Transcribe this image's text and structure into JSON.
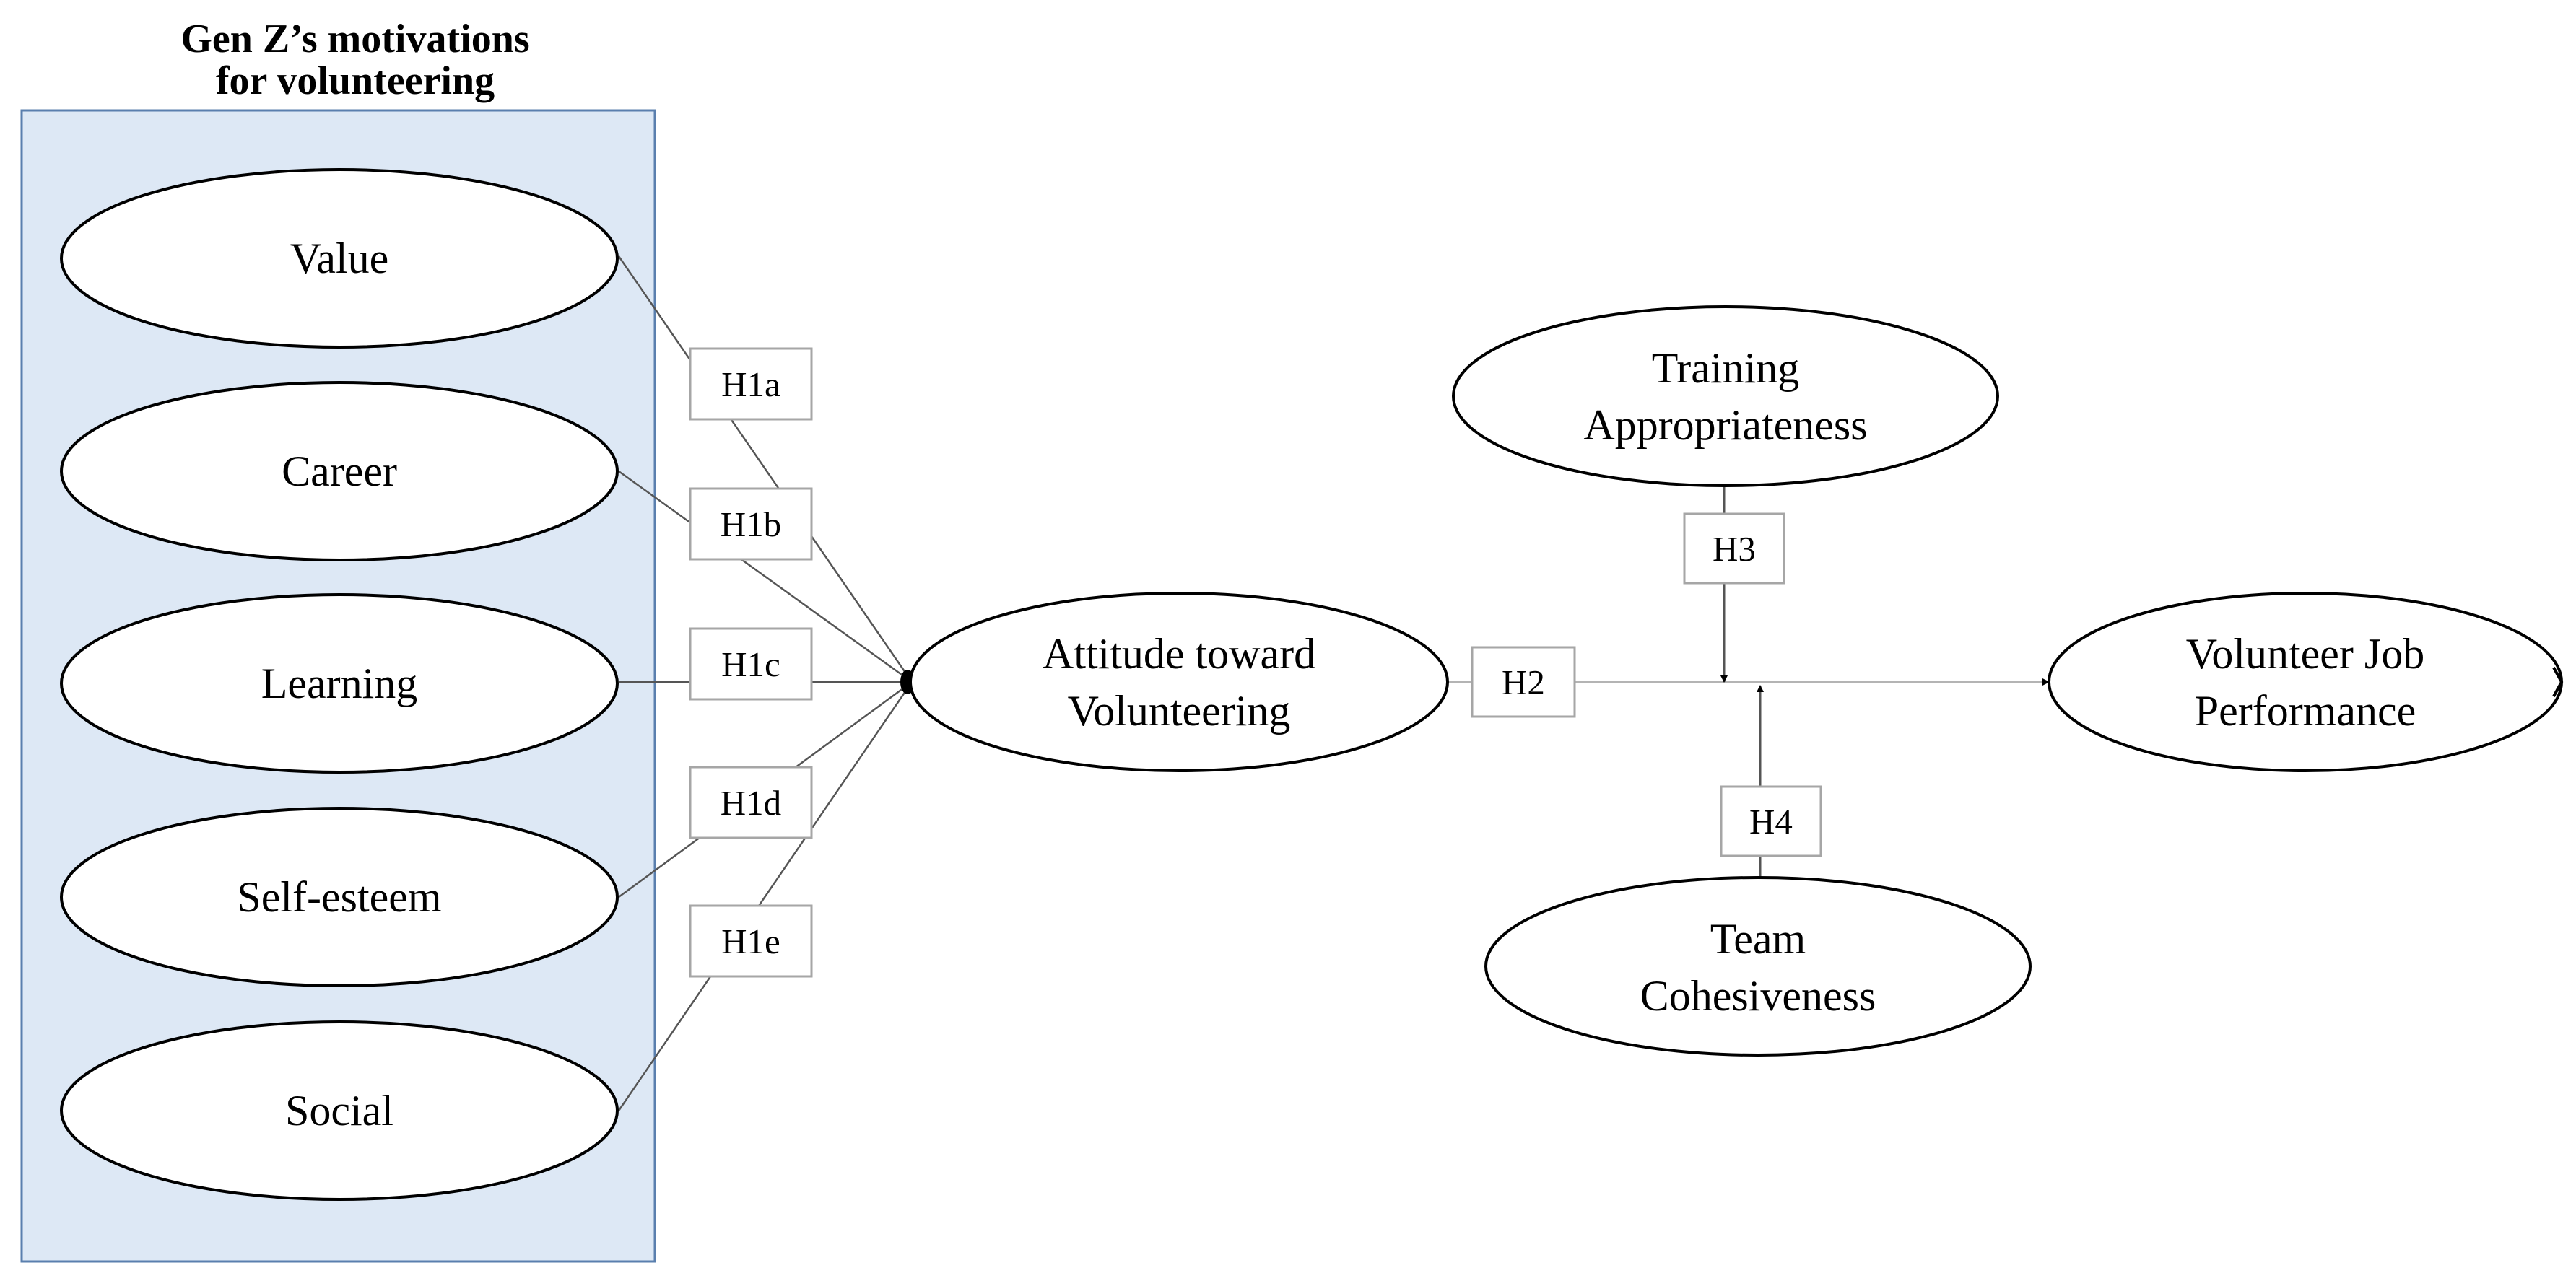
{
  "group": {
    "title_line1": "Gen Z’s motivations",
    "title_line2": "for volunteering"
  },
  "motivations": [
    {
      "label": "Value"
    },
    {
      "label": "Career"
    },
    {
      "label": "Learning"
    },
    {
      "label": "Self-esteem"
    },
    {
      "label": "Social"
    }
  ],
  "hypotheses": {
    "h1a": "H1a",
    "h1b": "H1b",
    "h1c": "H1c",
    "h1d": "H1d",
    "h1e": "H1e",
    "h2": "H2",
    "h3": "H3",
    "h4": "H4"
  },
  "nodes": {
    "attitude": {
      "line1": "Attitude toward",
      "line2": "Volunteering"
    },
    "training": {
      "line1": "Training",
      "line2": "Appropriateness"
    },
    "performance": {
      "line1": "Volunteer Job",
      "line2": "Performance"
    },
    "cohesiveness": {
      "line1": "Team",
      "line2": "Cohesiveness"
    }
  },
  "colors": {
    "group_fill": "#dde8f5",
    "group_border": "#5a7fae",
    "line": "#555555",
    "arrow_line": "#b4b4b4",
    "box_border": "#a6a6a6"
  }
}
